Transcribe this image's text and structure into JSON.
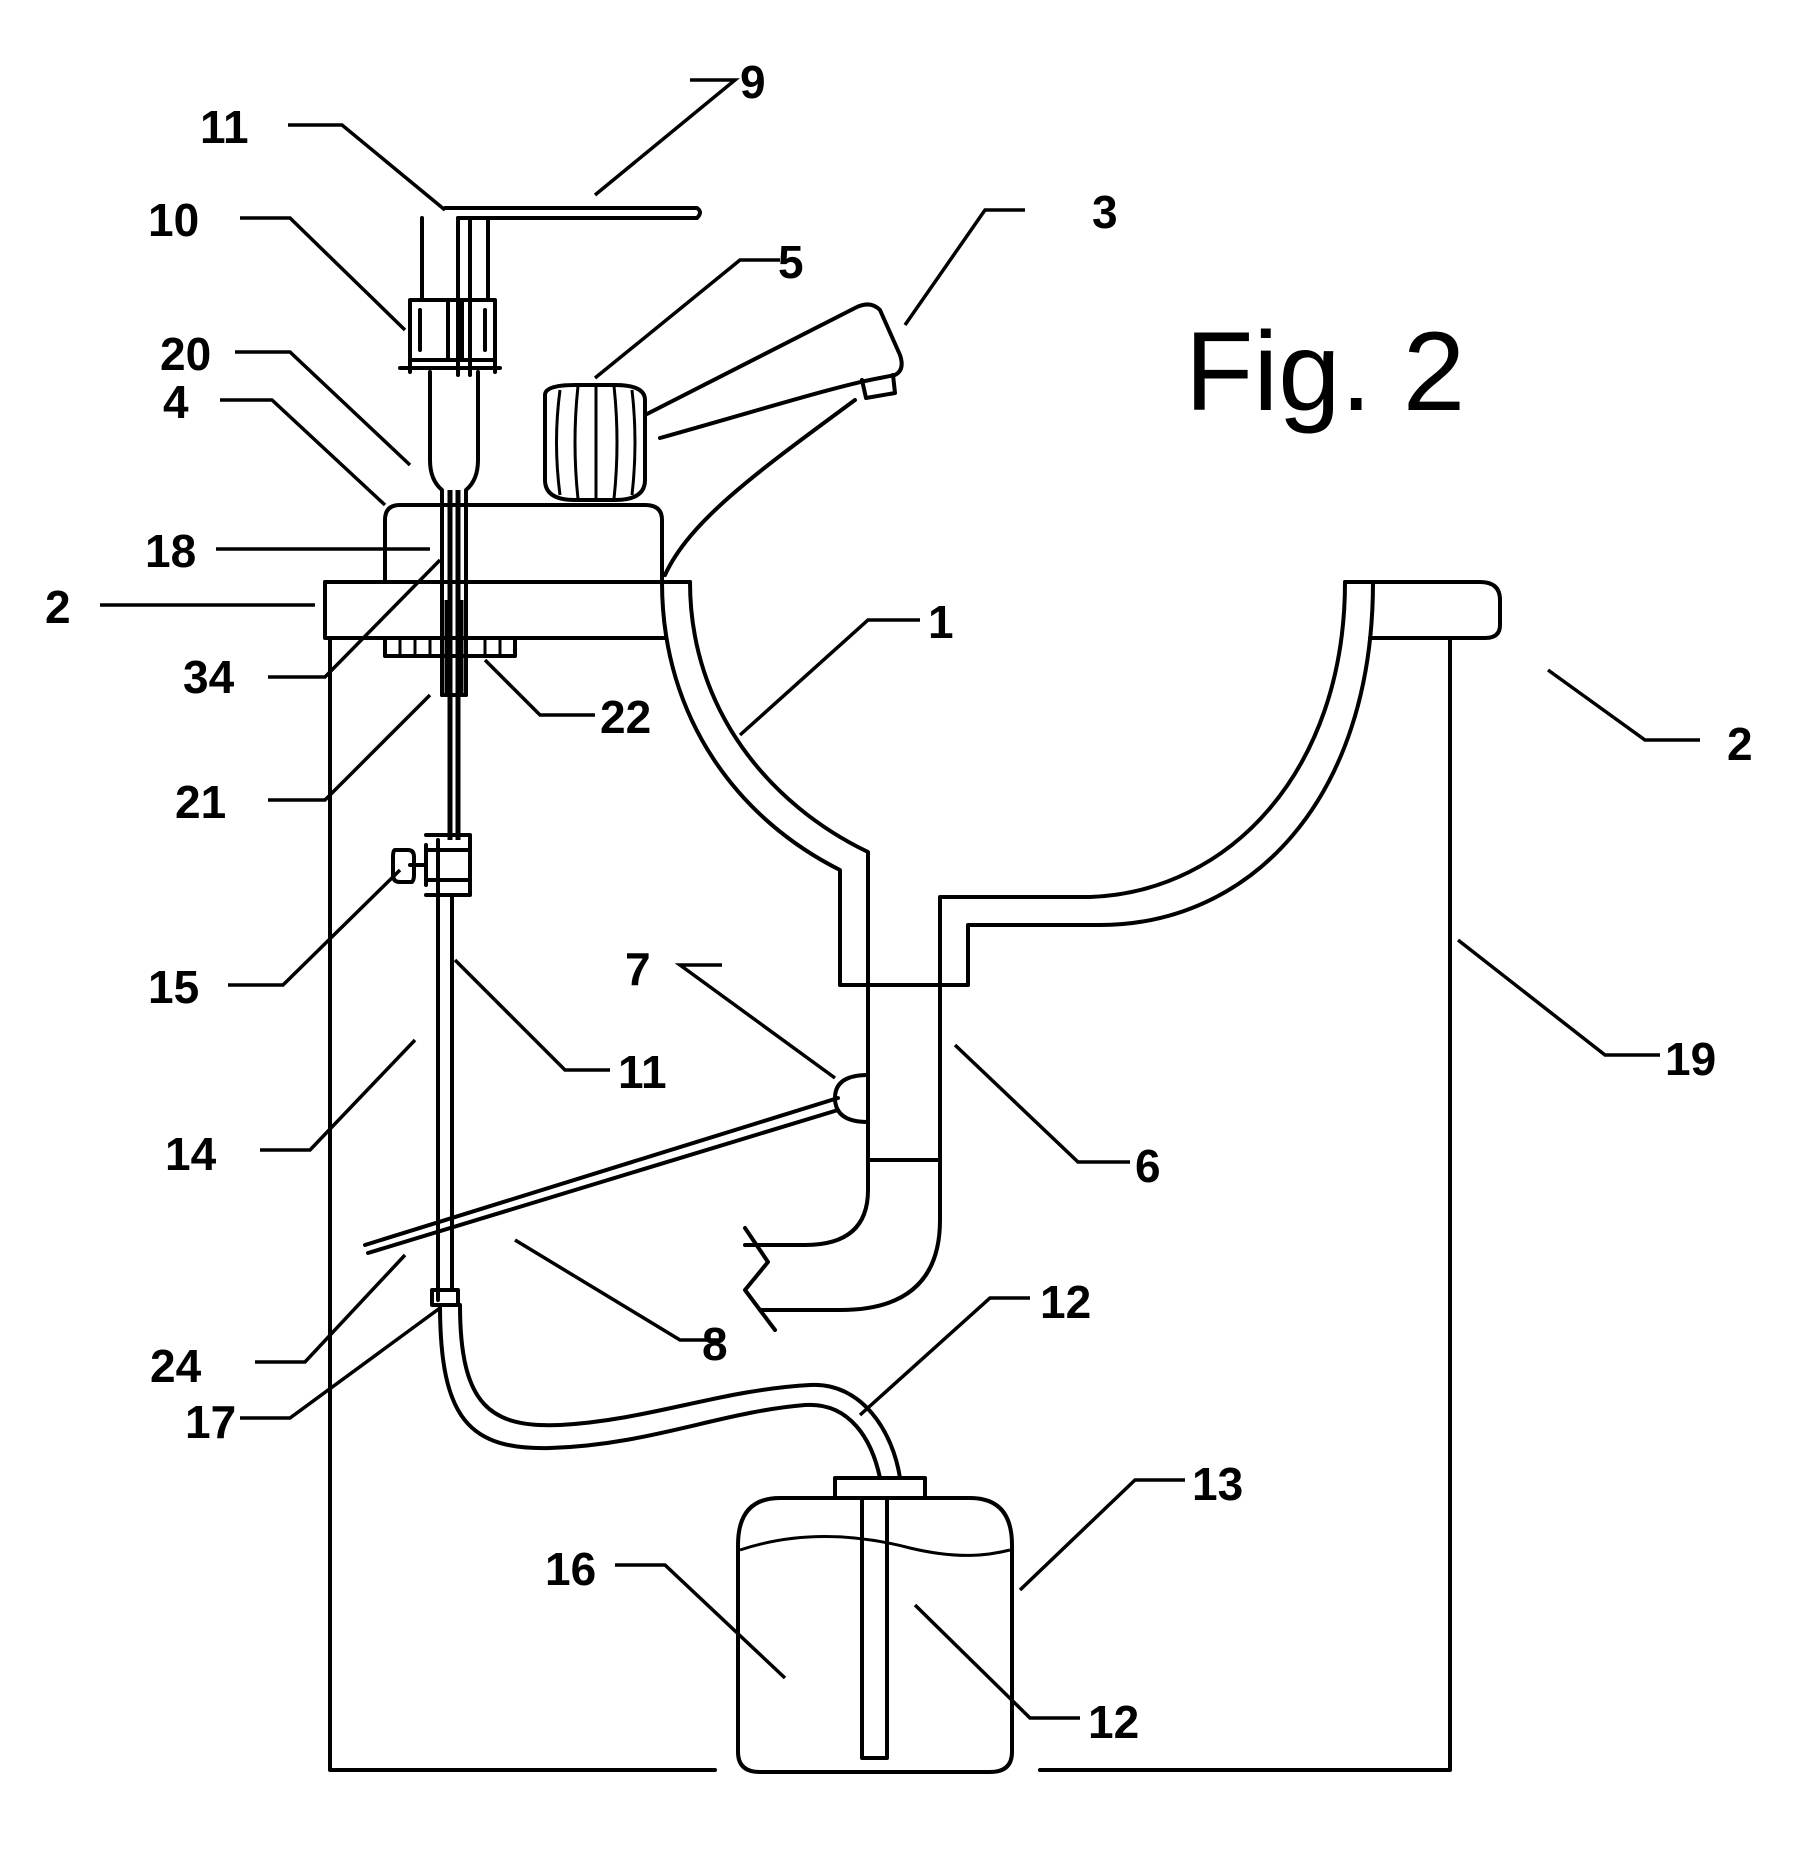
{
  "figure_title": "Fig. 2",
  "labels": {
    "n1": "1",
    "n2_left": "2",
    "n2_right": "2",
    "n3": "3",
    "n4": "4",
    "n5": "5",
    "n6": "6",
    "n7": "7",
    "n8": "8",
    "n9": "9",
    "n10": "10",
    "n11_top": "11",
    "n11_mid": "11",
    "n12_top": "12",
    "n12_bottom": "12",
    "n13": "13",
    "n14": "14",
    "n15": "15",
    "n16": "16",
    "n17": "17",
    "n18": "18",
    "n19": "19",
    "n20": "20",
    "n21": "21",
    "n22": "22",
    "n24": "24",
    "n34": "34"
  }
}
